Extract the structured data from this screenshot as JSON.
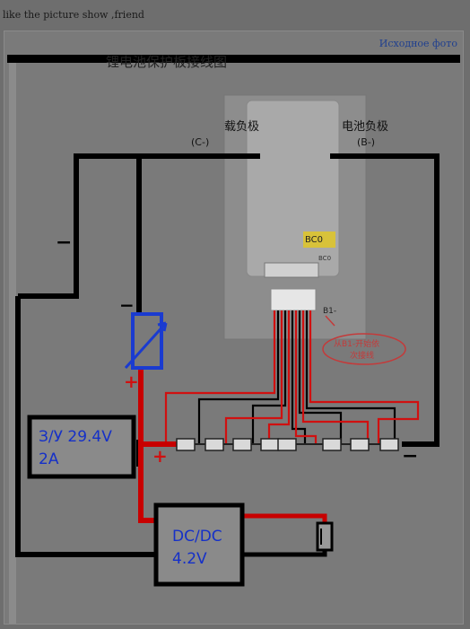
{
  "caption": "like the picture show ,friend",
  "source_link": "Исходное фото",
  "top_title_cn": "锂电池保护板接线图",
  "bms": {
    "load_neg_label": "载负极",
    "load_neg_code": "(C-)",
    "bat_neg_label": "电池负极",
    "bat_neg_code": "(B-)",
    "chip_label_1": "BC0",
    "chip_label_2": "BC0",
    "b1_label": "B1-",
    "note_line1": "从B1-开始依",
    "note_line2": "次接线"
  },
  "charger": {
    "line1": "З/У 29.4V",
    "line2": "2A"
  },
  "dcdc": {
    "line1": "DC/DC",
    "line2": "4.2V"
  },
  "symbols": {
    "minus": "−",
    "plus": "+"
  },
  "colors": {
    "wire_black": "#000000",
    "wire_red": "#c00000",
    "board": "#8d8d8d",
    "label_blue": "#1530c8"
  }
}
